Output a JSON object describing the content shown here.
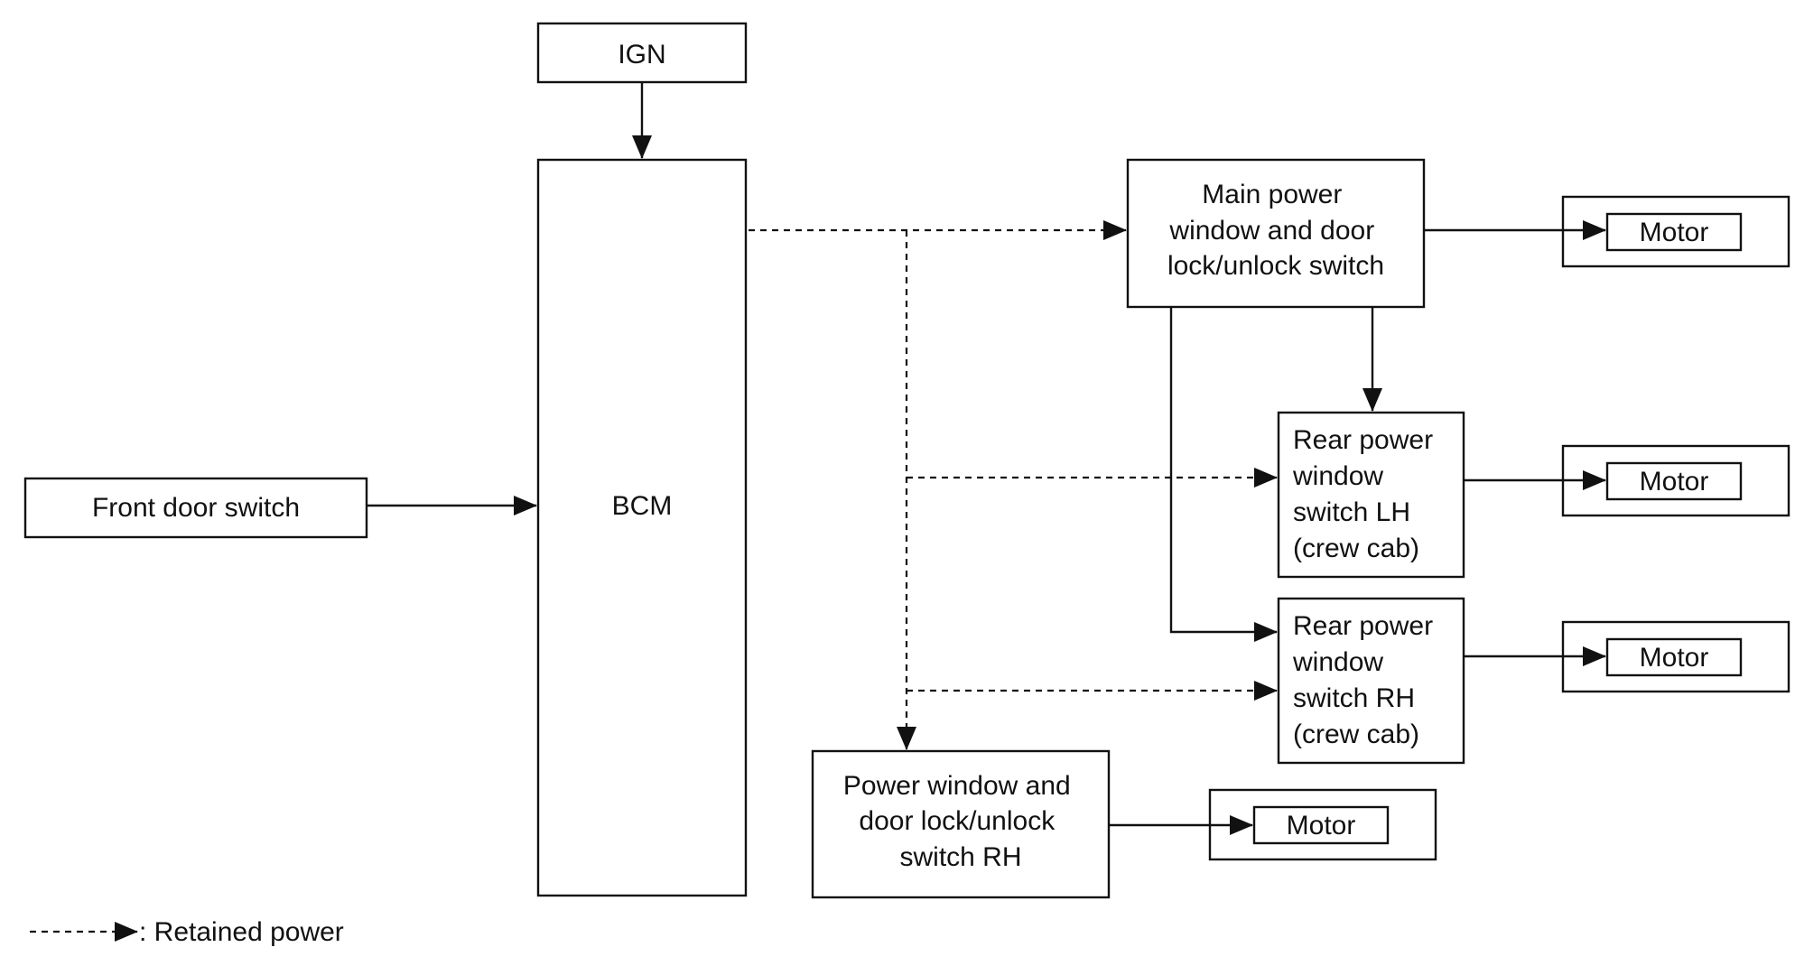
{
  "blocks": {
    "ign": {
      "label": "IGN"
    },
    "bcm": {
      "label": "BCM"
    },
    "front_door_switch": {
      "label": "Front door switch"
    },
    "main_switch": {
      "lines": [
        "Main power",
        "window and door",
        "lock/unlock switch"
      ]
    },
    "rear_lh": {
      "lines": [
        "Rear power",
        "window",
        "switch LH",
        "(crew cab)"
      ]
    },
    "rear_rh": {
      "lines": [
        "Rear power",
        "window",
        "switch RH",
        "(crew cab)"
      ]
    },
    "pw_rh": {
      "lines": [
        "Power window and",
        "door lock/unlock",
        "switch RH"
      ]
    }
  },
  "motors": [
    {
      "label": "Motor"
    },
    {
      "label": "Motor"
    },
    {
      "label": "Motor"
    },
    {
      "label": "Motor"
    }
  ],
  "legend": {
    "text": ": Retained power"
  }
}
